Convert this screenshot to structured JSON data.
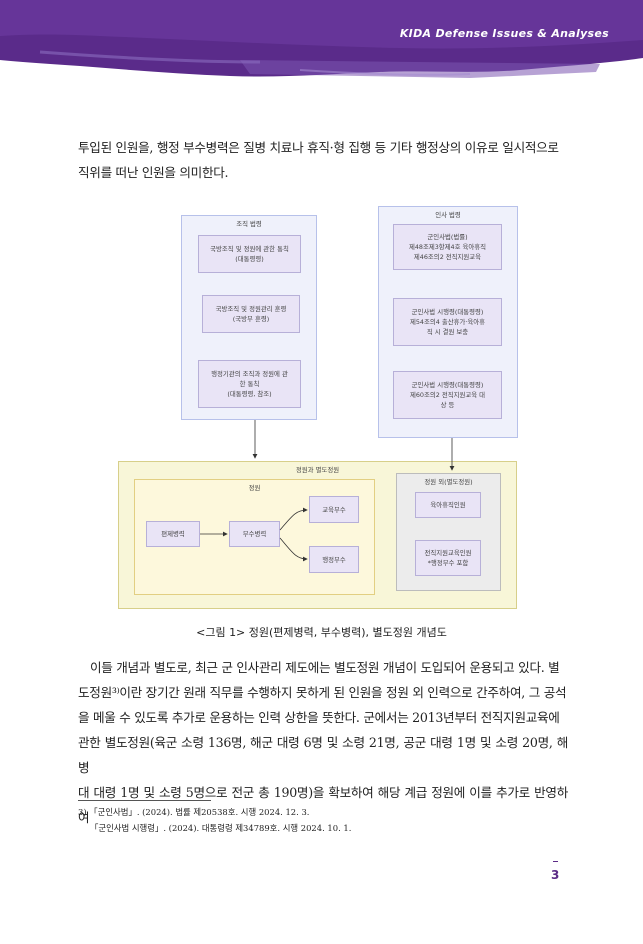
{
  "header": {
    "series_title": "KIDA Defense Issues & Analyses",
    "brand_color": "#5c2d8c"
  },
  "body": {
    "para1_line1": "투입된 인원을, 행정 부수병력은 질병 치료나 휴직·형 집행 등 기타 행정상의 이유로 일시적으로",
    "para1_line2": "직위를 떠난 인원을 의미한다.",
    "para2_line1": "이들 개념과 별도로, 최근 군 인사관리 제도에는 별도정원 개념이 도입되어 운용되고 있다. 별",
    "para2_line2": "도정원³⁾이란 장기간 원래 직무를 수행하지 못하게 된 인원을 정원 외 인력으로 간주하여, 그 공석",
    "para2_line3": "을 메울 수 있도록 추가로 운용하는 인력 상한을 뜻한다. 군에서는 2013년부터 전직지원교육에",
    "para2_line4": "관한 별도정원(육군 소령 136명, 해군 대령 6명 및 소령 21명, 공군 대령 1명 및 소령 20명, 해병",
    "para2_line5": "대 대령 1명 및 소령 5명으로 전군 총 190명)을 확보하여 해당 계급 정원에 이를 추가로 반영하여"
  },
  "diagram": {
    "org_law": {
      "title": "조직 법령",
      "items": [
        {
          "line1": "국방조직 및 정원에 관한 통칙",
          "line2": "(대통령령)",
          "line3": ""
        },
        {
          "line1": "국방조직 및 정원관리 훈령",
          "line2": "(국방부 훈령)",
          "line3": ""
        },
        {
          "line1": "행정기관의 조직과 정원에 관",
          "line2": "한 통칙",
          "line3": "(대통령령, 참조)"
        }
      ]
    },
    "personnel_law": {
      "title": "인사 법령",
      "items": [
        {
          "line1": "군인사법(법률)",
          "line2": "제48조제3항제4호 육아휴직",
          "line3": "제46조의2 전직지원교육"
        },
        {
          "line1": "군인사법 시행령(대통령령)",
          "line2": "제54조의4 출산휴가·육아휴",
          "line3": "직 시 결원 보충"
        },
        {
          "line1": "군인사법 시행령(대통령령)",
          "line2": "제60조의2 전직지원교육 대",
          "line3": "상 등"
        }
      ]
    },
    "combined": {
      "title": "정원과 별도정원",
      "quota": {
        "title": "정원",
        "nodes": {
          "regular": "편제병력",
          "auxiliary": "부수병력",
          "education": "교육부수",
          "admin": "행정부수"
        }
      },
      "extra": {
        "title": "정원 외(별도정원)",
        "nodes": {
          "childcare": "육아휴직인원",
          "transition_line1": "전직지원교육인원",
          "transition_line2": "*행정부수 포함"
        }
      }
    },
    "caption": "<그림 1> 정원(편제병력, 부수병력), 별도정원 개념도"
  },
  "footnotes": {
    "fn1": "3) 「군인사법」. (2024). 법률 제20538호. 시행 2024. 12. 3.",
    "fn2": "「군인사법 시행령」. (2024). 대통령령 제34789호. 시행 2024. 10. 1."
  },
  "page_number": "3"
}
